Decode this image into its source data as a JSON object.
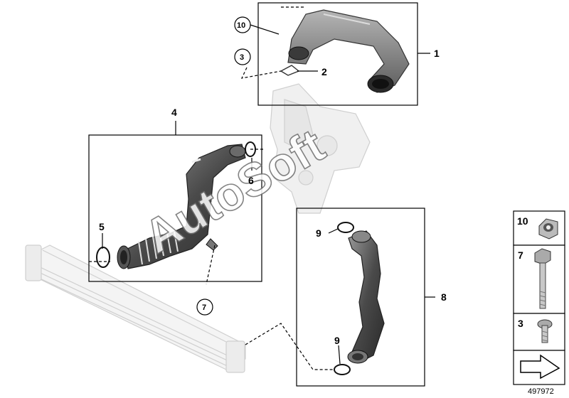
{
  "diagram_id": "497972",
  "watermark": "AutoSoft",
  "callouts": {
    "c1": "1",
    "c2": "2",
    "c3": "3",
    "c4": "4",
    "c5": "5",
    "c6": "6",
    "c7": "7",
    "c8": "8",
    "c9a": "9",
    "c9b": "9",
    "c10": "10"
  },
  "legend": {
    "item10": "10",
    "item7": "7",
    "item3": "3"
  }
}
